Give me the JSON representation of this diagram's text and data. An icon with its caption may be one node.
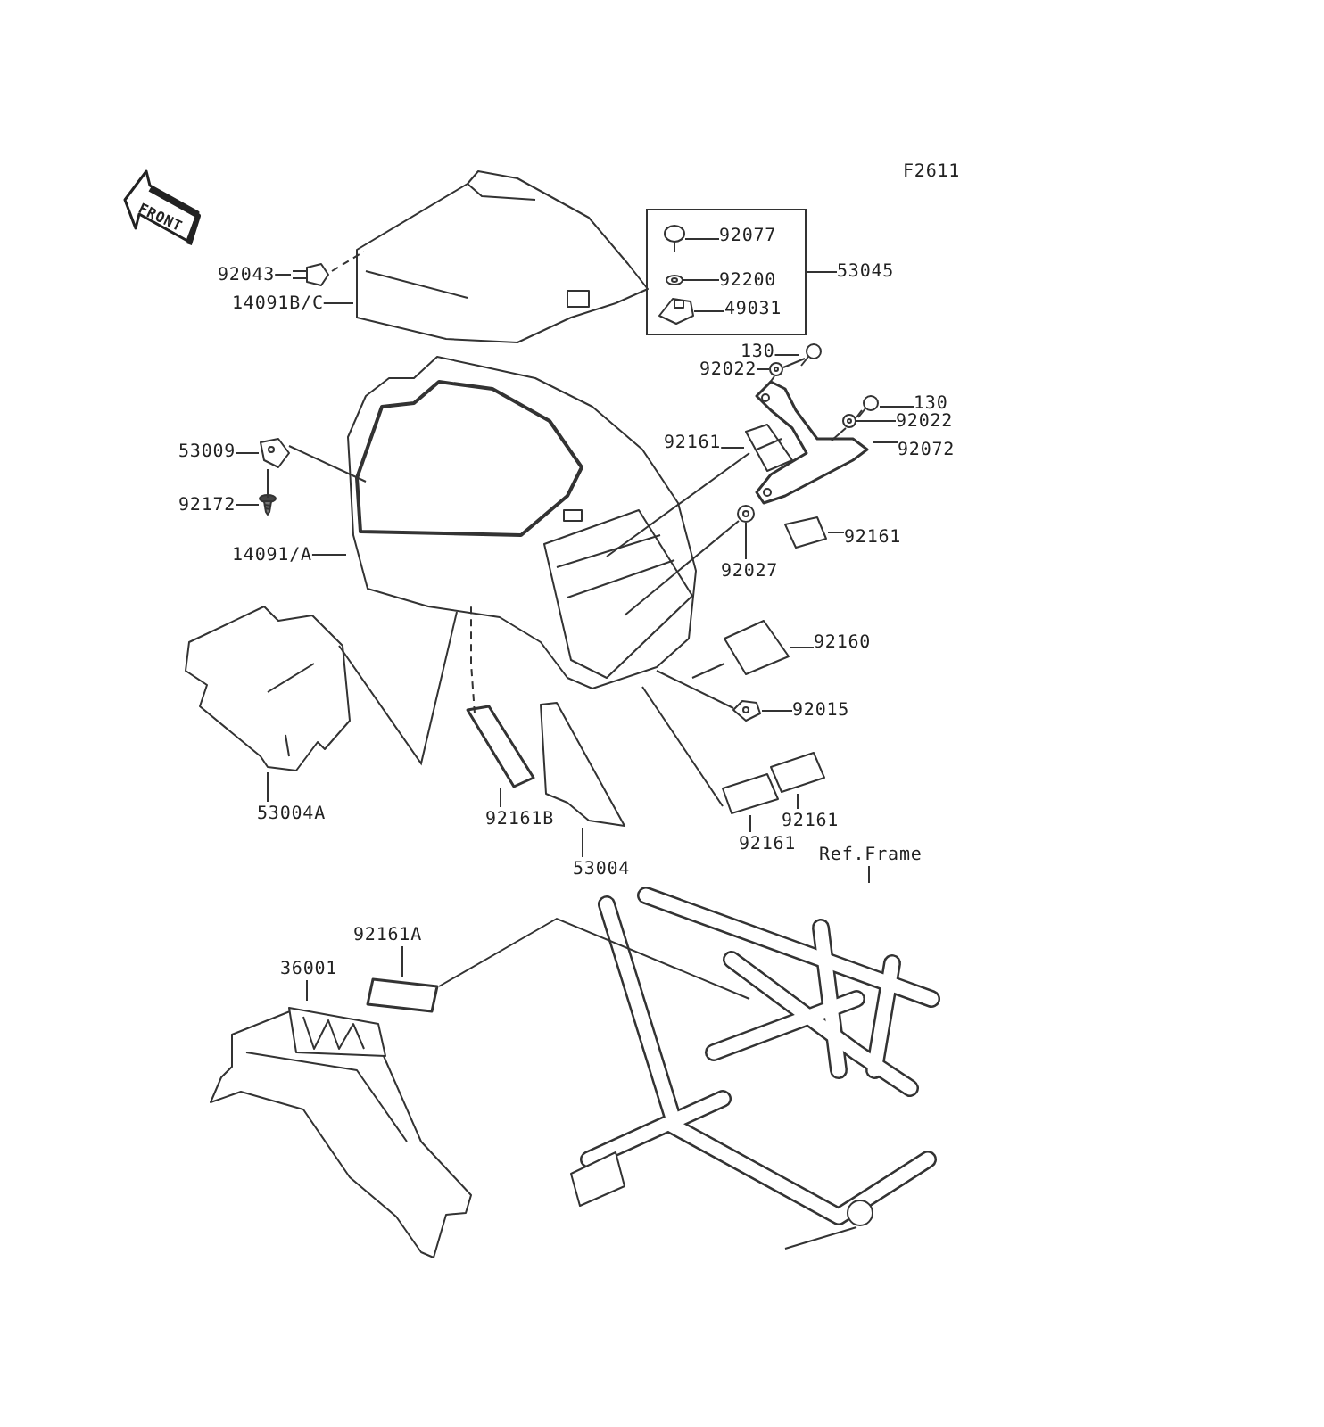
{
  "diagram": {
    "nodes": [
      {
        "text": [
          "92043"
        ]
      },
      {
        "text": [
          "14091B/C"
        ]
      },
      {
        "text": [],
        "shape": "box"
      },
      {
        "text": [
          "92077"
        ],
        "in": 2
      },
      {
        "text": [
          "92200"
        ],
        "in": 2
      },
      {
        "text": [
          "49031"
        ],
        "in": 2
      },
      {
        "text": [
          "53045"
        ]
      },
      {
        "text": [
          "130"
        ]
      },
      {
        "text": [
          "92022"
        ]
      },
      {
        "text": [
          "130"
        ]
      },
      {
        "text": [
          "92022"
        ]
      },
      {
        "text": [
          "92161"
        ]
      },
      {
        "text": [
          "92072"
        ]
      },
      {
        "text": [
          "92161"
        ]
      },
      {
        "text": [
          "92027"
        ]
      },
      {
        "text": [
          "53009"
        ]
      },
      {
        "text": [
          "92172"
        ]
      },
      {
        "text": [
          "14091/A"
        ]
      },
      {
        "text": [
          "92160"
        ]
      },
      {
        "text": [
          "92015"
        ]
      },
      {
        "text": [
          "53004A"
        ]
      },
      {
        "text": [
          "92161B"
        ]
      },
      {
        "text": [
          "53004"
        ]
      },
      {
        "text": [
          "92161"
        ]
      },
      {
        "text": [
          "92161"
        ]
      },
      {
        "text": [
          "Ref.Frame"
        ]
      },
      {
        "text": [
          "92161A"
        ]
      },
      {
        "text": [
          "36001"
        ]
      },
      {
        "text": [],
        "shape": "picture"
      },
      {
        "text": [],
        "shape": "picture"
      },
      {
        "text": [],
        "shape": "picture",
        "in": 2
      },
      {
        "text": [],
        "shape": "picture",
        "in": 2
      },
      {
        "text": [],
        "shape": "picture",
        "in": 2
      },
      {
        "text": [],
        "shape": "picture"
      },
      {
        "text": [],
        "shape": "picture"
      },
      {
        "text": [],
        "shape": "picture"
      },
      {
        "text": [],
        "shape": "picture"
      },
      {
        "text": [],
        "shape": "picture"
      },
      {
        "text": [],
        "shape": "picture"
      },
      {
        "text": [],
        "shape": "picture"
      },
      {
        "text": [],
        "shape": "picture"
      },
      {
        "text": [],
        "shape": "picture"
      },
      {
        "text": [],
        "shape": "picture"
      },
      {
        "text": [],
        "shape": "picture"
      },
      {
        "text": [],
        "shape": "picture"
      },
      {
        "text": [],
        "shape": "picture"
      },
      {
        "text": [],
        "shape": "picture"
      },
      {
        "text": [],
        "shape": "picture"
      },
      {
        "text": [],
        "shape": "picture"
      },
      {
        "text": [],
        "shape": "picture"
      },
      {
        "text": [],
        "shape": "picture"
      },
      {
        "text": [],
        "shape": "picture"
      },
      {
        "text": [],
        "shape": "picture"
      },
      {
        "text": [],
        "shape": "picture"
      }
    ],
    "edges": [
      {
        "from": 0,
        "to": 29,
        "arrow": "none"
      },
      {
        "from": 1,
        "to": 28,
        "arrow": "none"
      },
      {
        "from": 3,
        "to": 30,
        "arrow": "none"
      },
      {
        "from": 4,
        "to": 31,
        "arrow": "none"
      },
      {
        "from": 5,
        "to": 32,
        "arrow": "none"
      },
      {
        "from": 6,
        "to": 2,
        "arrow": "none"
      },
      {
        "from": 7,
        "to": 33,
        "arrow": "none"
      },
      {
        "from": 8,
        "to": 34,
        "arrow": "none"
      },
      {
        "from": 9,
        "to": 35,
        "arrow": "none"
      },
      {
        "from": 10,
        "to": 36,
        "arrow": "none"
      },
      {
        "from": 11,
        "to": 38,
        "arrow": "none"
      },
      {
        "from": 12,
        "to": 37,
        "arrow": "none"
      },
      {
        "from": 13,
        "to": 39,
        "arrow": "none"
      },
      {
        "from": 14,
        "to": 40,
        "arrow": "none"
      },
      {
        "from": 15,
        "to": 41,
        "arrow": "none"
      },
      {
        "from": 16,
        "to": 42,
        "arrow": "none"
      },
      {
        "from": 17,
        "to": 43,
        "arrow": "none"
      },
      {
        "from": 18,
        "to": 44,
        "arrow": "none"
      },
      {
        "from": 19,
        "to": 45,
        "arrow": "none"
      },
      {
        "from": 20,
        "to": 46,
        "arrow": "none"
      },
      {
        "from": 21,
        "to": 47,
        "arrow": "none"
      },
      {
        "from": 22,
        "to": 48,
        "arrow": "none"
      },
      {
        "from": 23,
        "to": 49,
        "arrow": "none"
      },
      {
        "from": 24,
        "to": 50,
        "arrow": "none"
      },
      {
        "from": 25,
        "to": 51,
        "arrow": "none"
      },
      {
        "from": 26,
        "to": 52,
        "arrow": "none"
      },
      {
        "from": 27,
        "to": 53,
        "arrow": "none"
      },
      {
        "from": 29,
        "to": 28,
        "arrow": "none",
        "style": "dashed"
      },
      {
        "from": 33,
        "to": 34,
        "arrow": "none"
      },
      {
        "from": 34,
        "to": 37,
        "arrow": "none"
      },
      {
        "from": 35,
        "to": 36,
        "arrow": "none"
      },
      {
        "from": 36,
        "to": 37,
        "arrow": "none"
      },
      {
        "from": 38,
        "to": 43,
        "arrow": "none"
      },
      {
        "from": 40,
        "to": 43,
        "arrow": "none"
      },
      {
        "from": 44,
        "to": 43,
        "arrow": "none"
      },
      {
        "from": 45,
        "to": 43,
        "arrow": "none"
      },
      {
        "from": 49,
        "to": 43,
        "arrow": "none"
      },
      {
        "from": 41,
        "to": 43,
        "arrow": "none"
      },
      {
        "from": 41,
        "to": 42,
        "arrow": "none"
      },
      {
        "from": 46,
        "to": 43,
        "arrow": "none"
      },
      {
        "from": 47,
        "to": 43,
        "arrow": "none",
        "style": "dashed"
      },
      {
        "from": 52,
        "to": 51,
        "arrow": "none"
      }
    ],
    "labels": [
      "F2611",
      "FRONT"
    ]
  }
}
